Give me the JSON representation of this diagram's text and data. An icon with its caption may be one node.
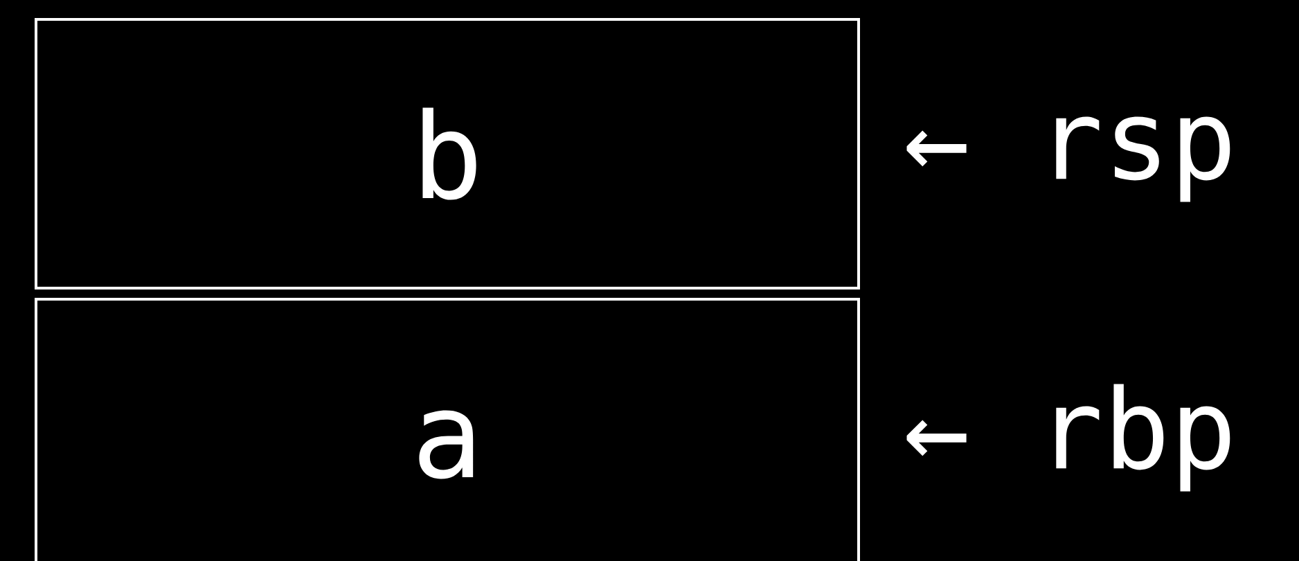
{
  "diagram": {
    "nodes": [
      {
        "text": [
          "b"
        ],
        "beside": [
          "← rsp"
        ]
      },
      {
        "text": [
          "a"
        ],
        "beside": [
          "← rbp"
        ]
      }
    ]
  }
}
